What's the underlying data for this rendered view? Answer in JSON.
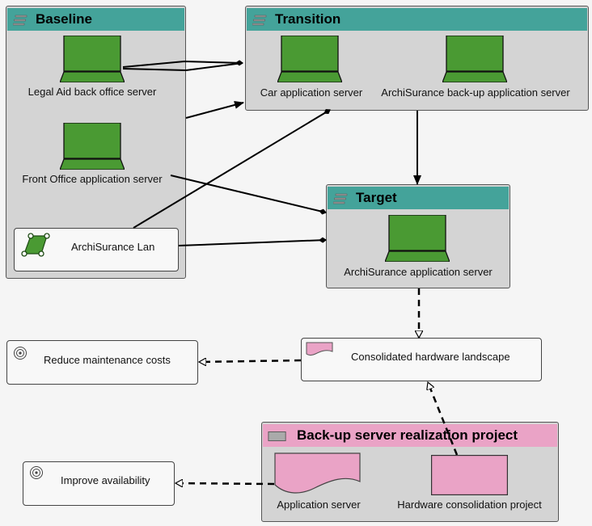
{
  "groups": {
    "baseline": {
      "title": "Baseline",
      "icon": "plateau-icon"
    },
    "transition": {
      "title": "Transition",
      "icon": "plateau-icon"
    },
    "target": {
      "title": "Target",
      "icon": "plateau-icon"
    },
    "project": {
      "title": "Back-up server realization project",
      "icon": "work-package-icon"
    }
  },
  "nodes": {
    "legal_aid": {
      "label": "Legal Aid back office server",
      "icon": "device-icon"
    },
    "front_office": {
      "label": "Front Office application server",
      "icon": "device-icon"
    },
    "lan": {
      "label": "ArchiSurance Lan",
      "icon": "network-icon"
    },
    "car_app": {
      "label": "Car application server",
      "icon": "device-icon"
    },
    "backup_app": {
      "label": "ArchiSurance back-up application server",
      "icon": "device-icon"
    },
    "archi_app": {
      "label": "ArchiSurance application server",
      "icon": "device-icon"
    },
    "consolidated": {
      "label": "Consolidated hardware landscape",
      "icon": "deliverable-icon"
    },
    "reduce_costs": {
      "label": "Reduce maintenance costs",
      "icon": "goal-icon"
    },
    "improve_avail": {
      "label": "Improve availability",
      "icon": "goal-icon"
    },
    "app_server_deliv": {
      "label": "Application server",
      "icon": "deliverable-icon"
    },
    "hw_consolidation": {
      "label": "Hardware consolidation project",
      "icon": "work-package-icon"
    }
  },
  "colors": {
    "plateau_header": "#44a39a",
    "device_green": "#4a9a33",
    "project_pink": "#eaa3c6",
    "group_fill": "#d4d4d4",
    "canvas": "#f5f5f5"
  }
}
